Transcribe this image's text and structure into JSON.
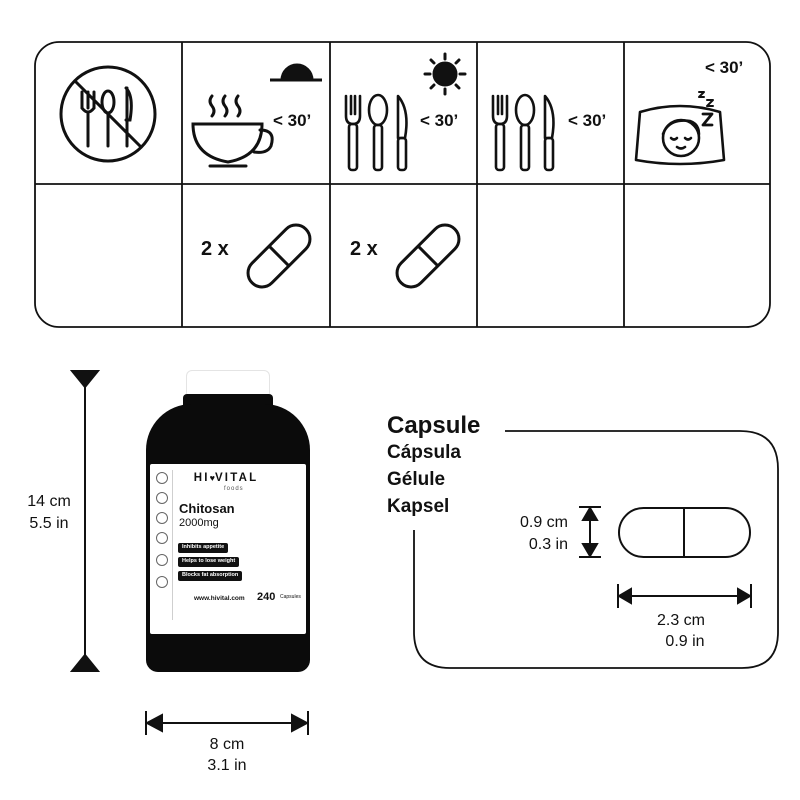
{
  "schedule": {
    "before_meal_time": "< 30’",
    "before_sleep_time": "< 30’",
    "dose_breakfast": "2 x",
    "dose_lunch": "2 x",
    "dose_dinner": "",
    "dose_bedtime": ""
  },
  "bottle": {
    "brand_part1": "HI",
    "brand_heart": "♥",
    "brand_part2": "VITAL",
    "brand_sub": "foods",
    "product_name": "Chitosan",
    "dose": "2000mg",
    "benefits": [
      "Inhibits appetite",
      "Helps to lose weight",
      "Blocks fat absorption"
    ],
    "website": "www.hivital.com",
    "count": "240",
    "count_unit": "Capsules",
    "height_cm": "14 cm",
    "height_in": "5.5 in",
    "width_cm": "8 cm",
    "width_in": "3.1 in"
  },
  "capsule": {
    "title_en": "Capsule",
    "title_es": "Cápsula",
    "title_fr": "Gélule",
    "title_de": "Kapsel",
    "diameter_cm": "0.9 cm",
    "diameter_in": "0.3 in",
    "length_cm": "2.3 cm",
    "length_in": "0.9 in"
  },
  "colors": {
    "ink": "#111111",
    "bottle": "#0b0b0b",
    "background": "#ffffff"
  },
  "icons": [
    "no-food-icon",
    "sunrise-icon",
    "steaming-cup-icon",
    "sun-icon",
    "cutlery-icon",
    "moon-icon",
    "sleeping-face-icon",
    "capsule-icon"
  ]
}
